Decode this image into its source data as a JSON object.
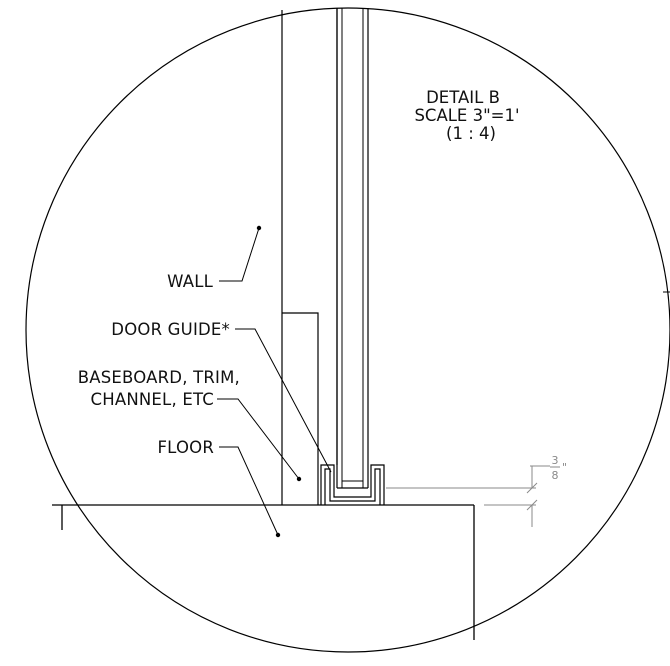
{
  "detail": {
    "title": "DETAIL B",
    "scale": "SCALE 3\"=1'",
    "ratio": "(1 : 4)"
  },
  "labels": {
    "wall": "WALL",
    "door_guide": "DOOR GUIDE*",
    "baseboard_line1": "BASEBOARD, TRIM,",
    "baseboard_line2": "CHANNEL, ETC",
    "floor": "FLOOR"
  },
  "dimension": {
    "numerator": "3",
    "denominator": "8",
    "unit": "\""
  },
  "colors": {
    "line": "#000000",
    "dimension": "#8a8a8a",
    "background": "#ffffff"
  }
}
